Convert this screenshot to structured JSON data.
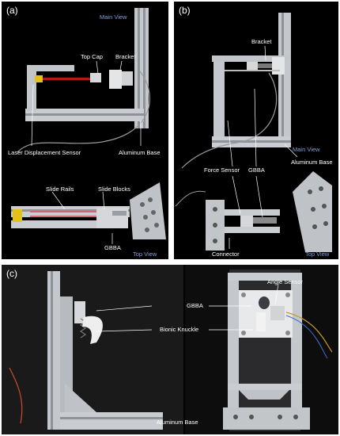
{
  "panel_a": {
    "tag": "(a)",
    "main_view": "Main View",
    "top_cap": "Top Cap",
    "bracket": "Bracket",
    "laser_sensor": "Laser Displacement Sensor",
    "aluminum_base": "Aluminum Base",
    "slide_rails": "Slide Rails",
    "slide_blocks": "Slide Blocks",
    "gbba": "GBBA",
    "top_view": "Top View"
  },
  "panel_b": {
    "tag": "(b)",
    "bracket": "Bracket",
    "main_view": "Main View",
    "force_sensor": "Force Sensor",
    "gbba": "GBBA",
    "aluminum_base": "Aluminum Base",
    "connector": "Connector",
    "top_view": "Top View"
  },
  "panel_c": {
    "tag": "(c)",
    "gbba": "GBBA",
    "bionic_knuckle": "Bionic Knuckle",
    "angle_sensor": "Angle Sensor",
    "aluminum_base": "Aluminum Base"
  },
  "colors": {
    "panel_bg": "#000000",
    "label_text": "#ffffff",
    "view_label": "#7fa0d8",
    "aluminum": "#c9ccd0",
    "rod_red": "#b8141c",
    "sensor_yellow": "#e2c21a"
  }
}
